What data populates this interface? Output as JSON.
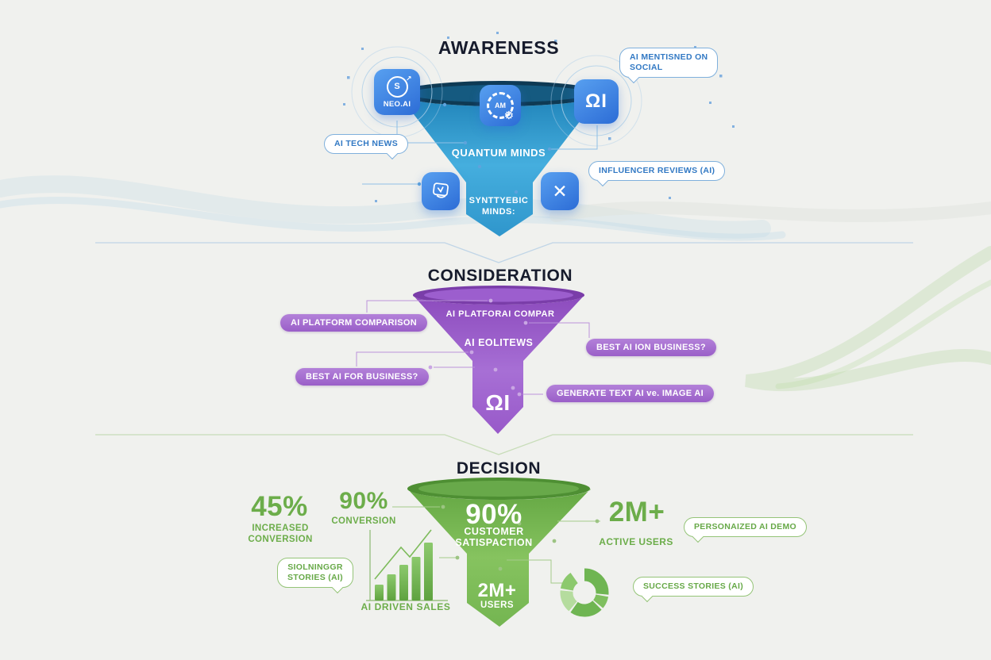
{
  "awareness": {
    "title": "AWARENESS",
    "funnel_line1": "QUANTUM MINDS",
    "funnel_line2a": "SYNTTYEBIC",
    "funnel_line2b": "MINDS:",
    "neo_ai_label": "NEO.AI",
    "neo_ai_glyph": "S",
    "neo_ai_arrow": "↗",
    "gear_icon_text": "AM",
    "gear_icon_glyph": "⚙",
    "ai_icon_glyph": "ΩI",
    "x_icon_glyph": "✕",
    "bubble_social_line1": "AI MENTISNED ON",
    "bubble_social_line2": "SOCIAL",
    "bubble_tech_news": "AI TECH NEWS",
    "bubble_influencer": "INFLUENCER REVIEWS (AI)"
  },
  "consideration": {
    "title": "CONSIDERATION",
    "funnel_line1": "AI PLATFORAI COMPAR",
    "funnel_line2": "AI EOLITEWS",
    "funnel_logo": "ΩI",
    "pills": [
      "AI PLATFORM COMPARISON",
      "BEST AI FOR BUSINESS?",
      "BEST AI ION BUSINESS?",
      "GENERATE TEXT AI ve. IMAGE AI"
    ]
  },
  "decision": {
    "title": "DECISION",
    "funnel_stat_value": "90%",
    "funnel_stat_line1": "CUSTOMER",
    "funnel_stat_line2": "SATISPACTION",
    "spout_value": "2M+",
    "spout_label": "USERS",
    "stat_left_value": "45%",
    "stat_left_line1": "INCREASED",
    "stat_left_line2": "CONVERSION",
    "stat_mid_value": "90%",
    "stat_mid_label": "CONVERSION",
    "stat_right_value": "2M+",
    "stat_right_label": "ACTIVE USERS",
    "bubble_stories_line1": "SIOLNINGGR",
    "bubble_stories_line2": "STORIES (AI)",
    "bubble_demo": "PERSONAIZED AI DEMO",
    "bubble_success": "SUCCESS STORIES (AI)",
    "bar_chart_label": "AI DRIVEN SALES",
    "bar_values": [
      20,
      33,
      45,
      55,
      73
    ],
    "donut_segments": [
      {
        "degrees": 95,
        "color": "#6fb552"
      },
      {
        "degrees": 30,
        "color": "#7fbf5f"
      },
      {
        "degrees": 80,
        "color": "#6fb552"
      },
      {
        "degrees": 55,
        "color": "#b5dc9e"
      },
      {
        "degrees": 45,
        "color": "#8cc96d"
      }
    ]
  },
  "colors": {
    "background": "#f0f1ee",
    "title_text": "#161b2c",
    "blue_accent": "#3b82dd",
    "purple_accent": "#a873d3",
    "green_accent": "#6cad4a"
  }
}
